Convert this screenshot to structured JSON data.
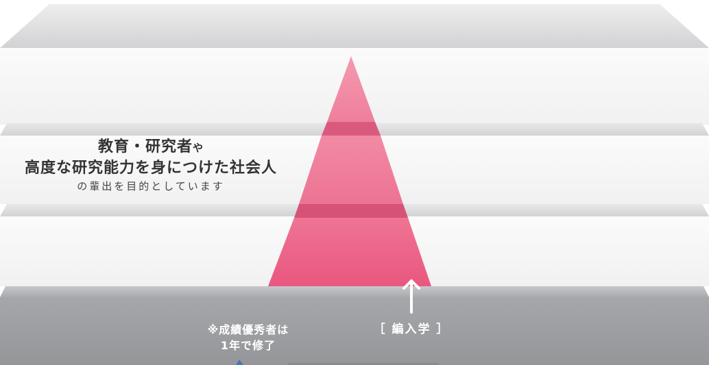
{
  "headline": {
    "line1_main": "教育・研究者",
    "line1_small": "や",
    "line2": "高度な研究能力を身につけた社会人",
    "line3": "の輩出を目的としています"
  },
  "note": {
    "line1": "※成績優秀者は",
    "line2": "1年で修了"
  },
  "transfer_label": "［ 編入学 ］",
  "colors": {
    "pyramid_top": "#f0879f",
    "pyramid_mid": "#ef7694",
    "pyramid_bottom": "#ec5e86",
    "pyramid_band": "#d65277",
    "base_band": "#9d9ea1",
    "slab_light": "#f6f6f7",
    "slab_edge": "#dcdcde",
    "arrow_marker": "#4a74b8"
  }
}
